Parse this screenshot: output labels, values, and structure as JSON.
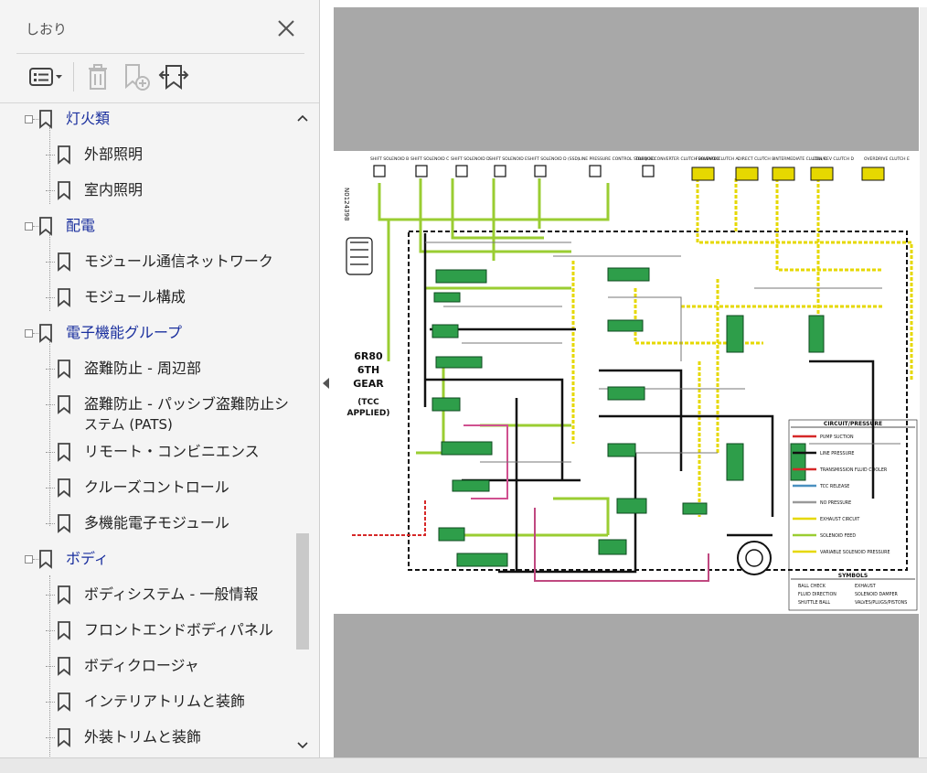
{
  "panel": {
    "title": "しおり"
  },
  "toolbar": {
    "options_icon": "list-options-icon",
    "delete_icon": "trash-icon",
    "new_bookmark_icon": "bookmark-add-icon",
    "find_bookmark_icon": "bookmark-find-icon"
  },
  "bookmarks": [
    {
      "label": "灯火類",
      "level": 1
    },
    {
      "label": "外部照明",
      "level": 2
    },
    {
      "label": "室内照明",
      "level": 2
    },
    {
      "label": "配電",
      "level": 1
    },
    {
      "label": "モジュール通信ネットワーク",
      "level": 2
    },
    {
      "label": "モジュール構成",
      "level": 2
    },
    {
      "label": "電子機能グループ",
      "level": 1
    },
    {
      "label": "盗難防止 - 周辺部",
      "level": 2
    },
    {
      "label": "盗難防止 - パッシブ盗難防止シ",
      "label2": "ステム (PATS)",
      "level": 2
    },
    {
      "label": "リモート・コンビニエンス",
      "level": 2
    },
    {
      "label": "クルーズコントロール",
      "level": 2
    },
    {
      "label": "多機能電子モジュール",
      "level": 2
    },
    {
      "label": "ボディ",
      "level": 1
    },
    {
      "label": "ボディシステム - 一般情報",
      "level": 2
    },
    {
      "label": "フロントエンドボディパネル",
      "level": 2
    },
    {
      "label": "ボディクロージャ",
      "level": 2
    },
    {
      "label": "インテリアトリムと装飾",
      "level": 2
    },
    {
      "label": "外装トリムと装飾",
      "level": 2
    }
  ],
  "diagram": {
    "model": "6R80",
    "gear": "6TH",
    "gear2": "GEAR",
    "mode": "(TCC",
    "mode2": "APPLIED)",
    "code": "N0124398",
    "top_labels": [
      "SHIFT SOLENOID B",
      "SHIFT SOLENOID C",
      "SHIFT SOLENOID D",
      "SHIFT SOLENOID E",
      "SHIFT SOLENOID D (SSD)",
      "LINE PRESSURE CONTROL SOLENOID",
      "TORQUE CONVERTER CLUTCH SOLENOID",
      "FORWARD CLUTCH A",
      "DIRECT CLUTCH B",
      "INTERMEDIATE CLUTCH C",
      "LOW/REV CLUTCH D",
      "OVERDRIVE CLUTCH E"
    ],
    "legend_title": "CIRCUIT/PRESSURE",
    "legend_items": [
      "PUMP SUCTION",
      "LINE PRESSURE",
      "TRANSMISSION FLUID COOLER",
      "TCC RELEASE",
      "NO PRESSURE",
      "EXHAUST CIRCUIT",
      "SOLENOID FEED",
      "VARIABLE SOLENOID PRESSURE"
    ],
    "symbols_title": "SYMBOLS",
    "symbols": [
      "BALL CHECK",
      "EXHAUST",
      "FLUID DIRECTION",
      "SOLENOID DAMPER",
      "SHUTTLE BALL",
      "VALVES/PLUGS/PISTONS"
    ]
  },
  "colors": {
    "bookmark_l1": "#1a2f9e",
    "line_pressure": "#111111",
    "solenoid_feed": "#9acd32",
    "variable_pressure": "#e6d800",
    "valve_green": "#2e9e4a",
    "cooler_red": "#d62828"
  }
}
